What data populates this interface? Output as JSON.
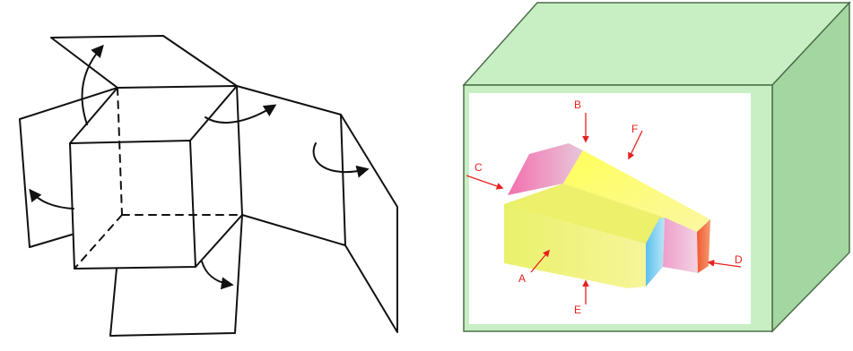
{
  "figure": {
    "left_panel": {
      "icon": "unfolded-cube-projection-diagram"
    },
    "right_panel": {
      "icon": "object-inside-glass-box",
      "views": [
        {
          "key": "B",
          "label": "B"
        },
        {
          "key": "F",
          "label": "F"
        },
        {
          "key": "C",
          "label": "C"
        },
        {
          "key": "D",
          "label": "D"
        },
        {
          "key": "A",
          "label": "A"
        },
        {
          "key": "E",
          "label": "E"
        }
      ]
    }
  },
  "colors": {
    "box_face": "#c8efc4",
    "box_side": "#a3d6a0",
    "box_edge": "#4d6e4b",
    "label_red": "#e8201e",
    "object_yellow": "#f3f56b",
    "object_pink": "#ee5fa8",
    "object_blue": "#5cc0ee"
  }
}
